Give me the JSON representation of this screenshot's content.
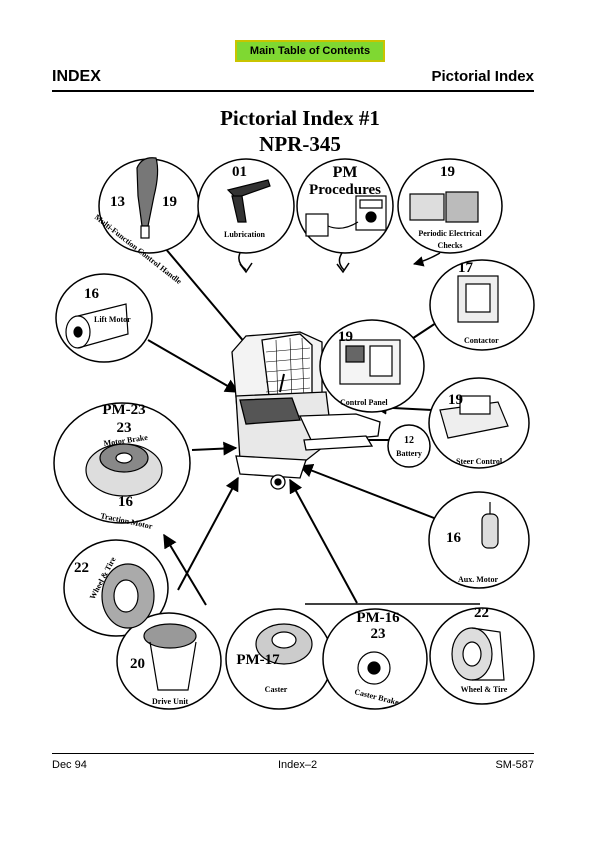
{
  "toc_button": {
    "label": "Main Table of Contents"
  },
  "header": {
    "section": "INDEX",
    "page_title": "Pictorial Index"
  },
  "title": {
    "line1": "Pictorial Index #1",
    "line2": "NPR-345"
  },
  "callouts": {
    "handle": {
      "num_a": "13",
      "num_b": "19",
      "label": "Multi-Function Control Handle"
    },
    "lubrication": {
      "num": "01",
      "label": "Lubrication"
    },
    "pm": {
      "line1": "PM",
      "line2": "Procedures"
    },
    "periodic": {
      "num": "19",
      "line1": "Periodic Electrical",
      "line2": "Checks"
    },
    "lift_motor": {
      "num": "16",
      "label": "Lift Motor"
    },
    "contactor": {
      "num": "17",
      "label": "Contactor"
    },
    "control_panel": {
      "num": "19",
      "label": "Control Panel"
    },
    "battery": {
      "num": "12",
      "label": "Battery"
    },
    "steer_control": {
      "num": "19",
      "label": "Steer Control"
    },
    "traction": {
      "pm": "PM-23",
      "num_a": "23",
      "label_a": "Motor Brake",
      "num_b": "16",
      "label_b": "Traction Motor"
    },
    "aux_motor": {
      "num": "16",
      "label": "Aux. Motor"
    },
    "wheel_left": {
      "num": "22",
      "label": "Wheel & Tire"
    },
    "drive_unit": {
      "num": "20",
      "label": "Drive Unit"
    },
    "caster": {
      "pm": "PM-17",
      "label": "Caster"
    },
    "caster_brake": {
      "pm": "PM-16",
      "num": "23",
      "label": "Caster Brake"
    },
    "wheel_right": {
      "num": "22",
      "label": "Wheel & Tire"
    }
  },
  "footer": {
    "date": "Dec 94",
    "page": "Index–2",
    "doc": "SM-587"
  }
}
